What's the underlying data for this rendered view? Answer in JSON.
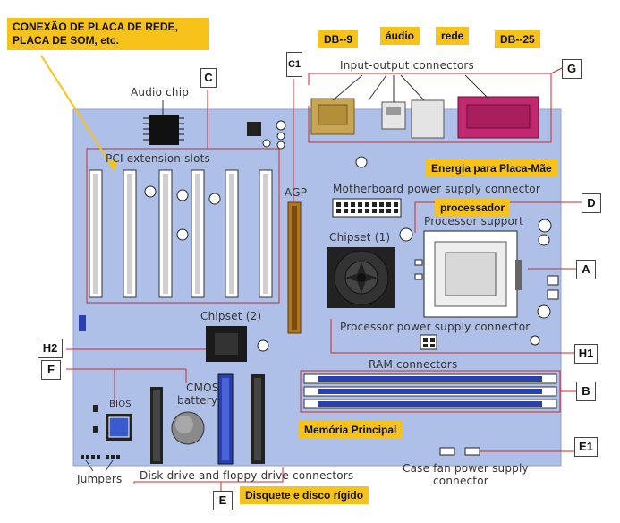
{
  "annotations": {
    "network_sound": "CONEXÃO DE PLACA DE REDE, PLACA DE SOM, etc.",
    "db9": "DB--9",
    "audio": "áudio",
    "rede": "rede",
    "db25": "DB--25",
    "energia": "Energia para Placa-Mãe",
    "processador": "processador",
    "memoria": "Memória Principal",
    "disquete": "Disquete e disco rígido"
  },
  "labels": {
    "audio_chip": "Audio chip",
    "pci_slots": "PCI extension slots",
    "io_connectors": "Input-output connectors",
    "agp": "AGP",
    "mb_power": "Motherboard power supply connector",
    "processor_support": "Processor support",
    "chipset1": "Chipset (1)",
    "chipset2": "Chipset (2)",
    "proc_power": "Processor power supply connector",
    "ram": "RAM connectors",
    "cmos": "CMOS",
    "battery": "battery",
    "bios": "BIOS",
    "disk_connectors": "Disk drive and floppy drive connectors",
    "case_fan_1": "Case fan power supply",
    "case_fan_2": "connector",
    "jumpers": "Jumpers"
  },
  "tags": {
    "a": "A",
    "b": "B",
    "c": "C",
    "c1": "C1",
    "d": "D",
    "e": "E",
    "e1": "E1",
    "f": "F",
    "g": "G",
    "h1": "H1",
    "h2": "H2"
  },
  "colors": {
    "board": "#aec0e8",
    "yellow": "#f7c21a",
    "red_line": "#d02828",
    "ram_slot": "#2a3fb0",
    "db9_port": "#c9a653",
    "db25_port": "#c2286f"
  }
}
